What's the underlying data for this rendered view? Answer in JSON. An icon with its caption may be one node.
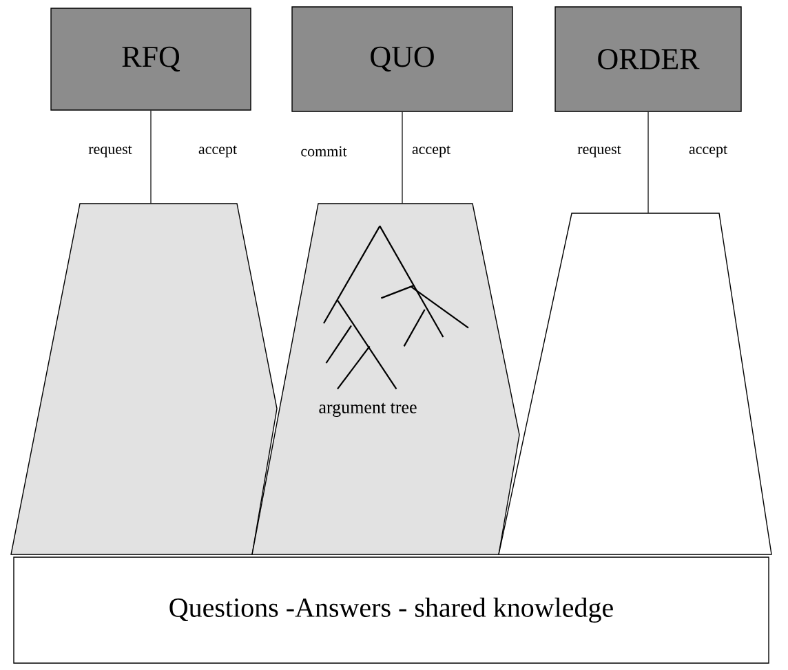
{
  "diagram": {
    "nodes": [
      {
        "text": [
          "RFQ"
        ]
      },
      {
        "text": [
          "QUO"
        ]
      },
      {
        "text": [
          "ORDER"
        ]
      },
      {
        "text": [],
        "shape": "trapezoid"
      },
      {
        "text": [
          "argument tree"
        ]
      },
      {
        "text": [],
        "shape": "trapezoid"
      },
      {
        "text": [
          "Questions -Answers - shared knowledge"
        ]
      }
    ],
    "edges": [
      {
        "from": 0,
        "to": 3,
        "arrow": "none"
      },
      {
        "from": 1,
        "to": 4,
        "arrow": "none"
      },
      {
        "from": 2,
        "to": 5,
        "arrow": "none"
      }
    ],
    "labels": [
      "request",
      "accept",
      "commit",
      "accept",
      "request",
      "accept"
    ]
  }
}
